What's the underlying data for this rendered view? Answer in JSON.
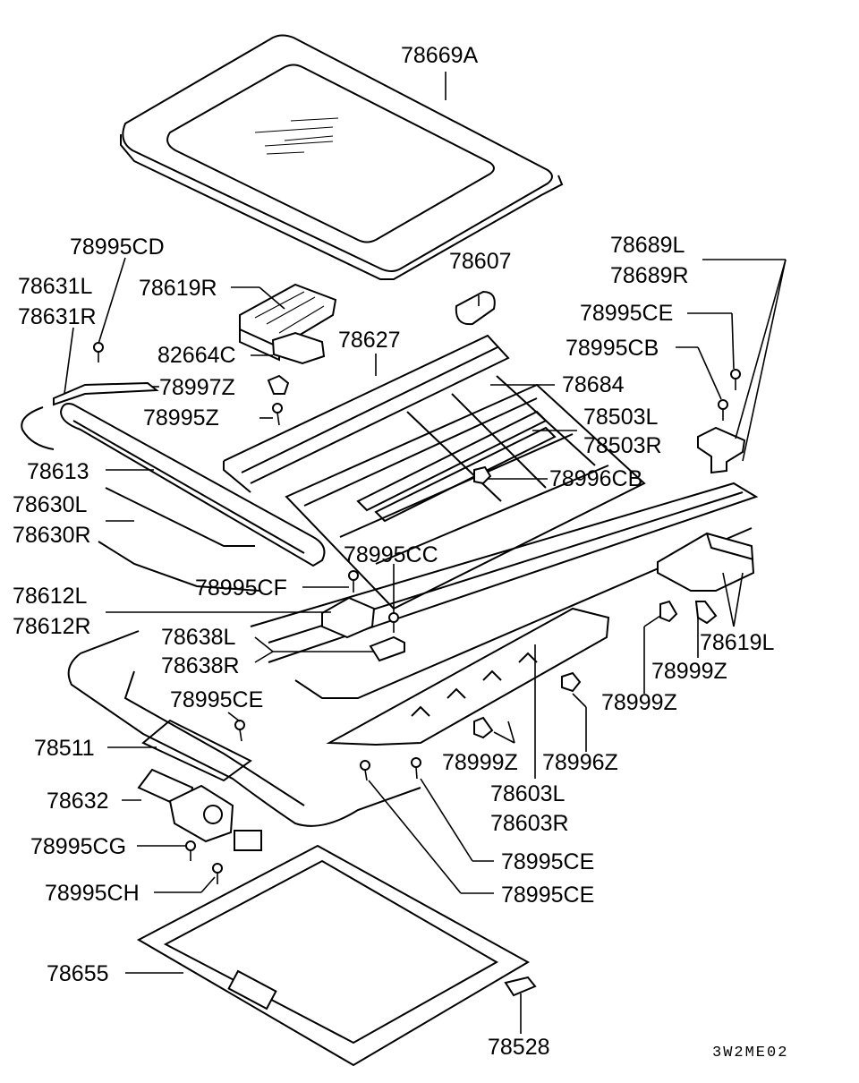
{
  "diagram_code": "3W2ME02",
  "labels": {
    "p78669A": "78669A",
    "p78995CD": "78995CD",
    "p78631L": "78631L",
    "p78631R": "78631R",
    "p78619R": "78619R",
    "p82664C": "82664C",
    "p78997Z": "78997Z",
    "p78995Z": "78995Z",
    "p78613": "78613",
    "p78630L": "78630L",
    "p78630R": "78630R",
    "p78995CF": "78995CF",
    "p78612L": "78612L",
    "p78612R": "78612R",
    "p78638L": "78638L",
    "p78638R": "78638R",
    "p78995CE_a": "78995CE",
    "p78511": "78511",
    "p78632": "78632",
    "p78995CG": "78995CG",
    "p78995CH": "78995CH",
    "p78655": "78655",
    "p78528": "78528",
    "p78607": "78607",
    "p78627": "78627",
    "p78684": "78684",
    "p78503L": "78503L",
    "p78503R": "78503R",
    "p78996CB": "78996CB",
    "p78995CC": "78995CC",
    "p78689L": "78689L",
    "p78689R": "78689R",
    "p78995CE_b": "78995CE",
    "p78995CB": "78995CB",
    "p78619L": "78619L",
    "p78999Z_a": "78999Z",
    "p78999Z_b": "78999Z",
    "p78999Z_c": "78999Z",
    "p78996Z": "78996Z",
    "p78603L": "78603L",
    "p78603R": "78603R",
    "p78995CE_c": "78995CE",
    "p78995CE_d": "78995CE"
  }
}
